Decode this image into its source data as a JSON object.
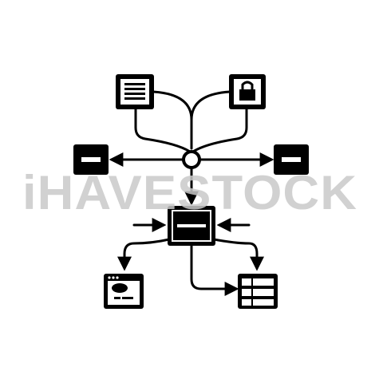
{
  "watermark": {
    "text": "iHAVESTOCK",
    "color": "#c9c9c9"
  },
  "colors": {
    "stroke": "#000000",
    "fill": "#000000",
    "background": "#ffffff"
  },
  "nodes": [
    {
      "id": "document-list",
      "icon": "document-list-icon"
    },
    {
      "id": "lock-panel",
      "icon": "lock-icon"
    },
    {
      "id": "left-panel",
      "icon": "minus-panel-icon"
    },
    {
      "id": "right-panel",
      "icon": "minus-panel-icon"
    },
    {
      "id": "hub",
      "icon": "hub-circle"
    },
    {
      "id": "central-panel",
      "icon": "minus-panel-icon"
    },
    {
      "id": "browser-window",
      "icon": "browser-window-icon"
    },
    {
      "id": "data-table",
      "icon": "table-rows-icon"
    }
  ]
}
